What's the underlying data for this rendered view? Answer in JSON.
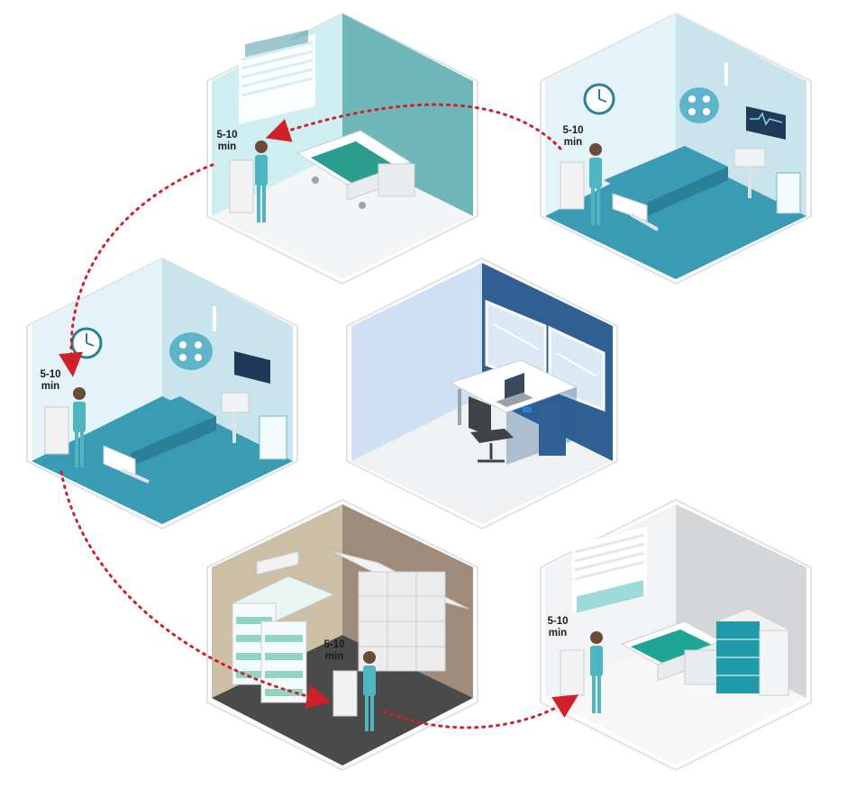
{
  "diagram": {
    "rooms": [
      {
        "id": "patient-room-a",
        "time_line1": "5-10",
        "time_line2": "min"
      },
      {
        "id": "operating-room-a",
        "time_line1": "5-10",
        "time_line2": "min"
      },
      {
        "id": "operating-room-b",
        "time_line1": "5-10",
        "time_line2": "min"
      },
      {
        "id": "office",
        "time_line1": "",
        "time_line2": ""
      },
      {
        "id": "supply-room",
        "time_line1": "5-10",
        "time_line2": "min"
      },
      {
        "id": "patient-room-b",
        "time_line1": "5-10",
        "time_line2": "min"
      }
    ],
    "colors": {
      "path": "#d0202a",
      "teal": "#3a9bb5",
      "teal_dark": "#2b7f97",
      "office_wall": "#2f5f93",
      "office_wall_light": "#cfe0f5",
      "supply_floor": "#4a4a4a",
      "supply_wall": "#a08a7a",
      "supply_wall_light": "#cdbfa6",
      "grey_wall": "#d4d6d8"
    },
    "icons": [
      "clock-icon",
      "surgical-lamp-icon",
      "monitor-icon",
      "laptop-icon"
    ]
  }
}
